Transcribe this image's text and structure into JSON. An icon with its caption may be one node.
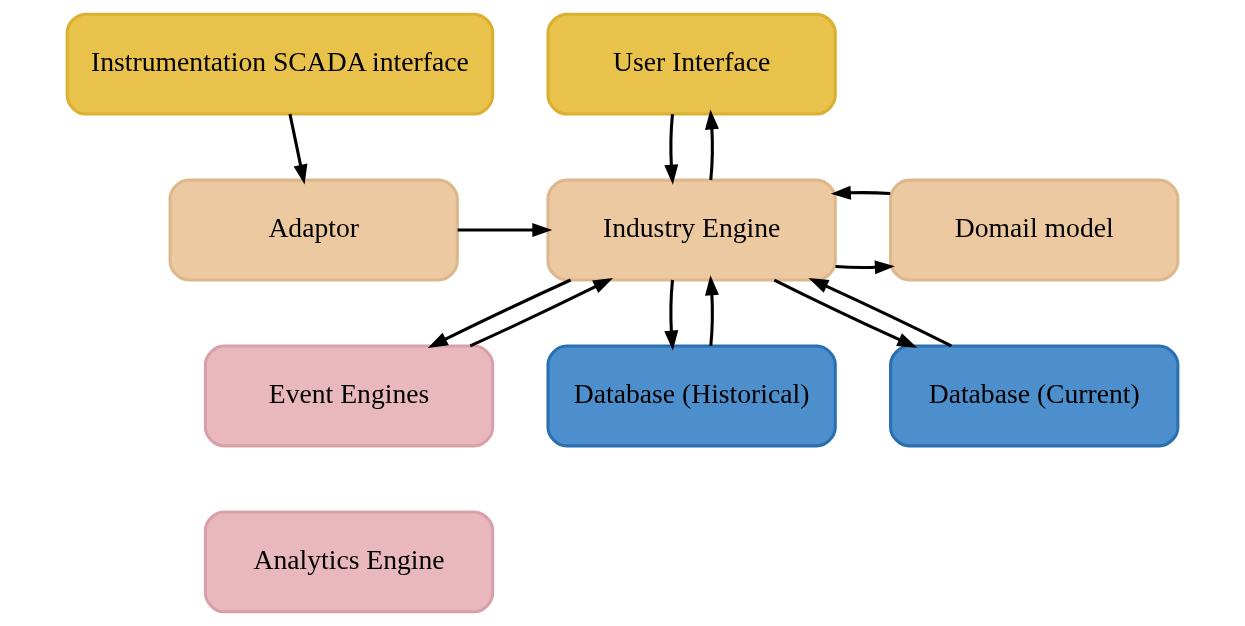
{
  "diagram": {
    "nodes": [
      {
        "text": [
          "Instrumentation SCADA interface"
        ]
      },
      {
        "text": [
          "User Interface"
        ]
      },
      {
        "text": [
          "Adaptor"
        ]
      },
      {
        "text": [
          "Industry Engine"
        ]
      },
      {
        "text": [
          "Domail model"
        ]
      },
      {
        "text": [
          "Event Engines"
        ]
      },
      {
        "text": [
          "Database (Historical)"
        ]
      },
      {
        "text": [
          "Database (Current)"
        ]
      },
      {
        "text": [
          "Analytics Engine"
        ]
      }
    ],
    "edges": [
      {
        "from": 0,
        "to": 2,
        "arrow": "to"
      },
      {
        "from": 1,
        "to": 3,
        "arrow": "to"
      },
      {
        "from": 3,
        "to": 1,
        "arrow": "to"
      },
      {
        "from": 2,
        "to": 3,
        "arrow": "to"
      },
      {
        "from": 3,
        "to": 4,
        "arrow": "to"
      },
      {
        "from": 4,
        "to": 3,
        "arrow": "to"
      },
      {
        "from": 5,
        "to": 3,
        "arrow": "to"
      },
      {
        "from": 3,
        "to": 5,
        "arrow": "to"
      },
      {
        "from": 6,
        "to": 3,
        "arrow": "to"
      },
      {
        "from": 3,
        "to": 6,
        "arrow": "to"
      },
      {
        "from": 3,
        "to": 7,
        "arrow": "to"
      },
      {
        "from": 7,
        "to": 3,
        "arrow": "to"
      }
    ]
  }
}
